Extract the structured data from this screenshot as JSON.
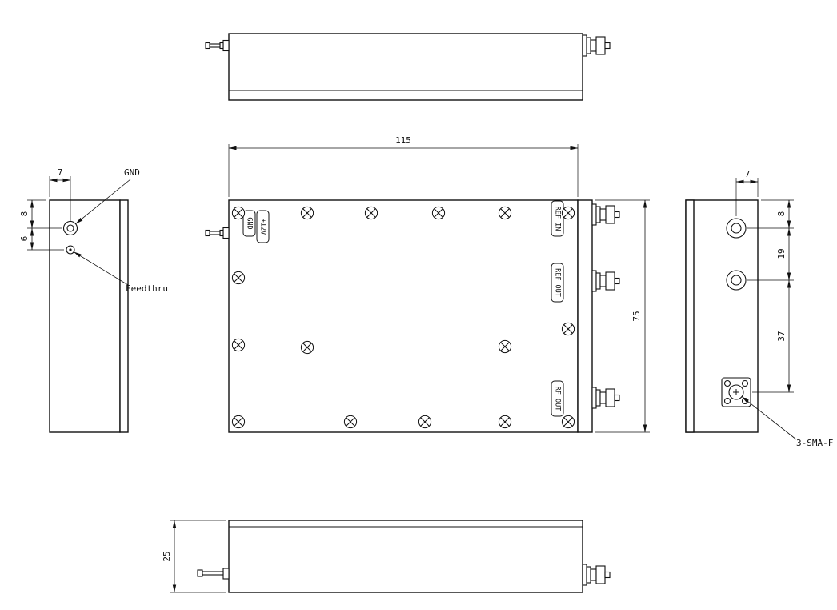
{
  "drawing": {
    "dimensions": {
      "front_width": "115",
      "front_height": "75",
      "left_view_width": "7",
      "left_hole_offset_top": "8",
      "left_hole_spacing": "6",
      "right_view_width": "7",
      "right_hole_offset_top": "8",
      "right_hole_spacing_a": "19",
      "right_hole_spacing_b": "37",
      "enclosure_depth": "25"
    },
    "labels": {
      "gnd_callout": "GND",
      "feedthru_callout": "Feedthru",
      "gnd_plate": "GND",
      "power_plate": "+12V",
      "ref_in_plate": "REF IN",
      "ref_out_plate": "REF OUT",
      "rf_out_plate": "RF OUT",
      "sma_callout": "3-SMA-F"
    }
  }
}
